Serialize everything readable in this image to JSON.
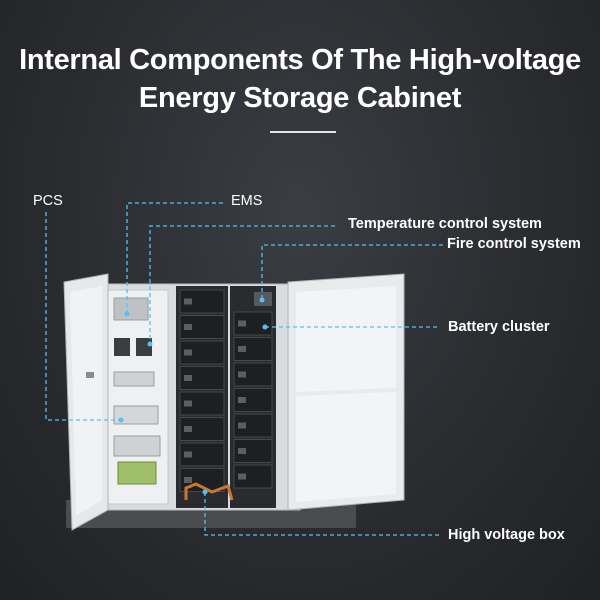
{
  "title": {
    "line1": "Internal Components Of The High-voltage",
    "line2": "Energy Storage Cabinet"
  },
  "labels": {
    "pcs": "PCS",
    "ems": "EMS",
    "temperature_control": "Temperature control system",
    "fire_control": "Fire control system",
    "battery_cluster": "Battery cluster",
    "high_voltage_box": "High voltage box"
  },
  "colors": {
    "background": "#2a2c30",
    "leader_line": "#4fc3f7",
    "text": "#ffffff",
    "cabinet": "#e4e6e8",
    "battery_module": "#1e1f22"
  }
}
